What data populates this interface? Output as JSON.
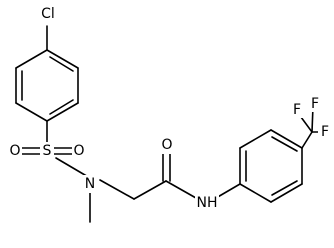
{
  "molecule": {
    "atoms": {
      "cl": "Cl",
      "s": "S",
      "o_left": "O",
      "o_right": "O",
      "n_sulfonamide": "N",
      "o_carbonyl": "O",
      "n_amide": "NH",
      "f_top_left": "F",
      "f_top_right": "F",
      "f_right": "F"
    }
  }
}
